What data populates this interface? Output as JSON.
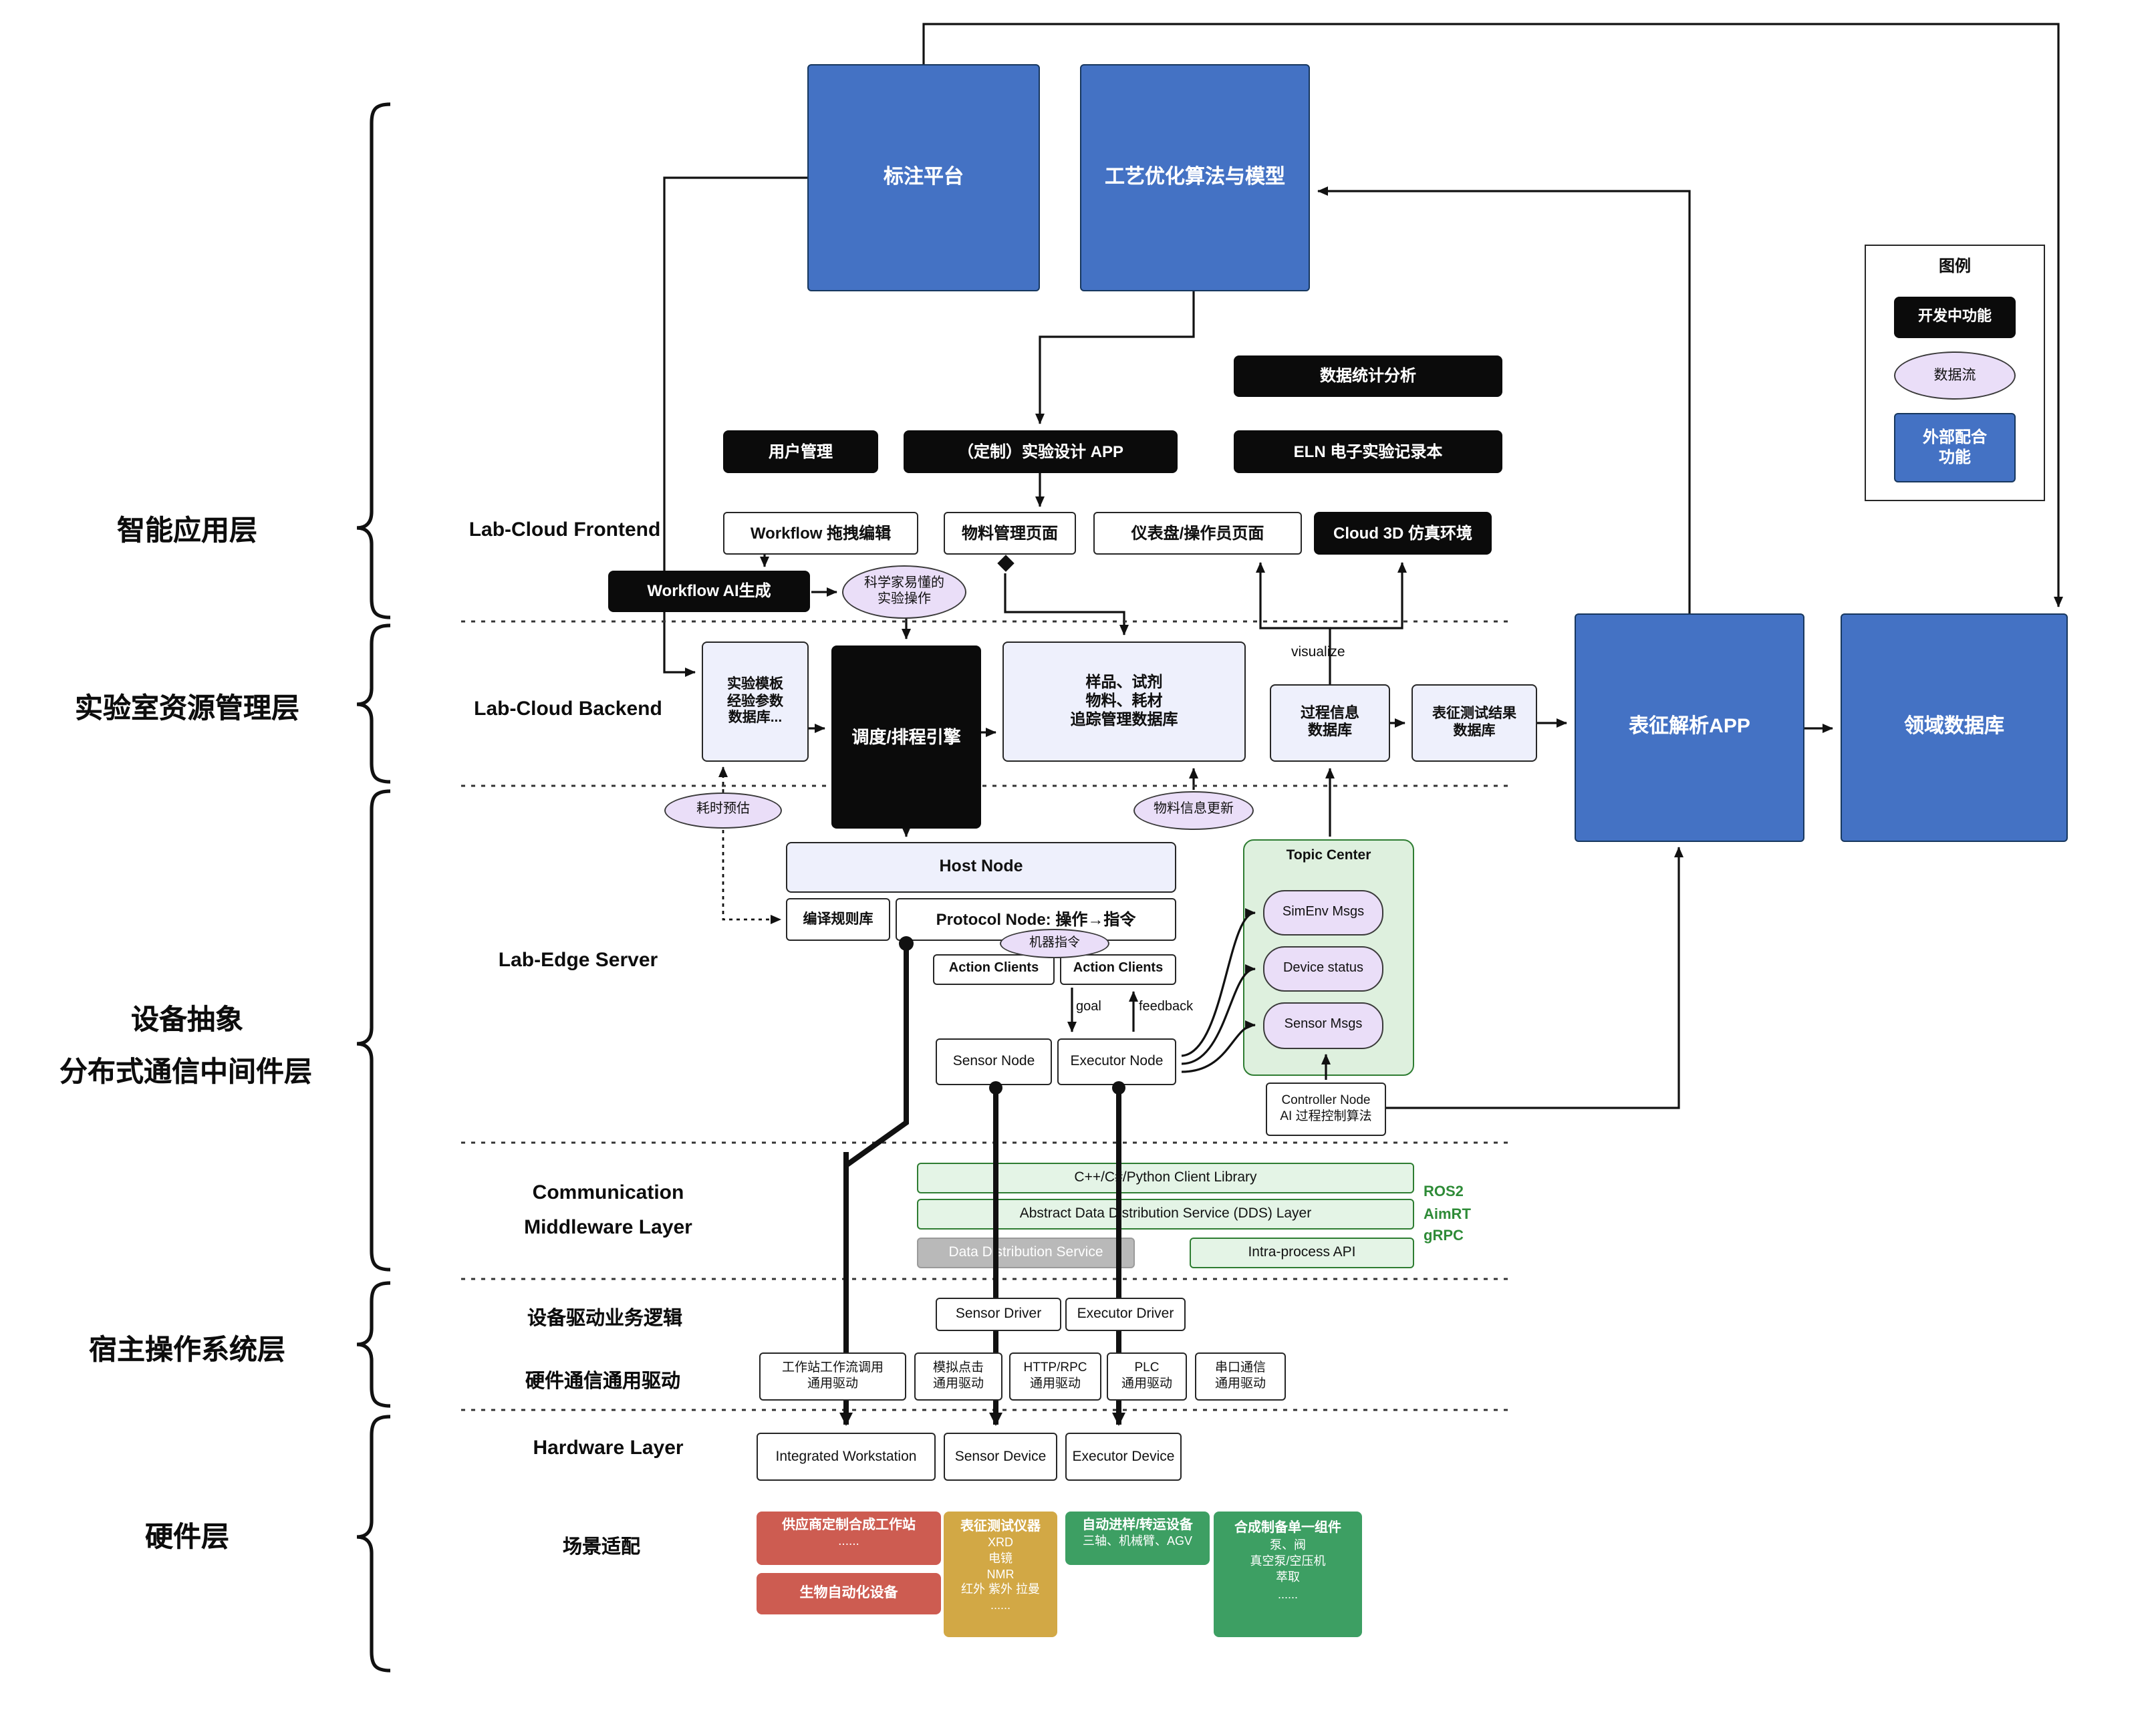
{
  "left_labels": {
    "l1": "智能应用层",
    "l2": "实验室资源管理层",
    "l3a": "设备抽象",
    "l3b": "分布式通信中间件层",
    "l4": "宿主操作系统层",
    "l5": "硬件层"
  },
  "row_labels": {
    "frontend": "Lab-Cloud Frontend",
    "backend": "Lab-Cloud Backend",
    "edge": "Lab-Edge Server",
    "comm": "Communication\nMiddleware Layer",
    "driver_logic": "设备驱动业务逻辑",
    "hw_drivers": "硬件通信通用驱动",
    "hardware": "Hardware Layer",
    "scene": "场景适配"
  },
  "legend": {
    "title": "图例",
    "dev": "开发中功能",
    "flow": "数据流",
    "external": "外部配合\n功能"
  },
  "top_boxes": {
    "annotation_platform": "标注平台",
    "process_algo": "工艺优化算法与模型"
  },
  "app": {
    "stats": "数据统计分析",
    "user_mgmt": "用户管理",
    "exp_design_app": "（定制）实验设计 APP",
    "eln": "ELN 电子实验记录本",
    "workflow_editor": "Workflow 拖拽编辑",
    "material_page": "物料管理页面",
    "dashboard_page": "仪表盘/操作员页面",
    "cloud_3d": "Cloud 3D 仿真环境",
    "workflow_ai": "Workflow AI生成",
    "sci_ops": "科学家易懂的\n实验操作"
  },
  "backend": {
    "template_db": "实验模板\n经验参数\n数据库...",
    "scheduler": "调度/排程引擎",
    "tracking_db": "样品、试剂\n物料、耗材\n追踪管理数据库",
    "process_db": "过程信息\n数据库",
    "result_db": "表征测试结果\n数据库",
    "visualize": "visualize",
    "char_app": "表征解析APP",
    "domain_db": "领域数据库",
    "time_estimate": "耗时预估",
    "material_update": "物料信息更新"
  },
  "edge": {
    "host_node": "Host Node",
    "rule_lib": "编译规则库",
    "protocol_node": "Protocol Node: 操作→指令",
    "machine_cmd": "机器指令",
    "action_clients_l": "Action Clients",
    "action_clients_r": "Action Clients",
    "goal": "goal",
    "feedback": "feedback",
    "sensor_node": "Sensor Node",
    "executor_node": "Executor Node",
    "topic_center": "Topic Center",
    "simenv_msgs": "SimEnv Msgs",
    "device_status": "Device status",
    "sensor_msgs": "Sensor Msgs",
    "controller_node": "Controller Node\nAI 过程控制算法"
  },
  "middleware": {
    "client_lib": "C++/C#/Python Client Library",
    "dds_abstract": "Abstract Data Distribution Service (DDS) Layer",
    "dds": "Data Distribution Service",
    "intra_api": "Intra-process API",
    "stack": "ROS2\nAimRT\ngRPC"
  },
  "drivers": {
    "sensor": "Sensor Driver",
    "executor": "Executor Driver",
    "ws": "工作站工作流调用\n通用驱动",
    "click": "模拟点击\n通用驱动",
    "http": "HTTP/RPC\n通用驱动",
    "plc": "PLC\n通用驱动",
    "serial": "串口通信\n通用驱动"
  },
  "hardware": {
    "workstation": "Integrated Workstation",
    "sensor_device": "Sensor Device",
    "executor_device": "Executor Device"
  },
  "scene": {
    "vendor_title": "供应商定制合成工作站",
    "vendor_sub": "......",
    "bio": "生物自动化设备",
    "char_title": "表征测试仪器",
    "char_items": "XRD\n电镜\nNMR\n红外 紫外 拉曼\n......",
    "transport_title": "自动进样/转运设备",
    "transport_sub": "三轴、机械臂、AGV",
    "synth_title": "合成制备单一组件",
    "synth_items": "泵、阀\n真空泵/空压机\n萃取\n......"
  },
  "colors": {
    "blue": "#4472c4",
    "black": "#0b0b0b",
    "lavender": "#eef0fc",
    "flow_purple": "#eadef8",
    "green_strip": "#e4f4e6",
    "topic_green": "#def0de",
    "red": "#cd5c51",
    "gold": "#d2a845",
    "green": "#3d9f63",
    "stack_text": "#2e8b37"
  }
}
